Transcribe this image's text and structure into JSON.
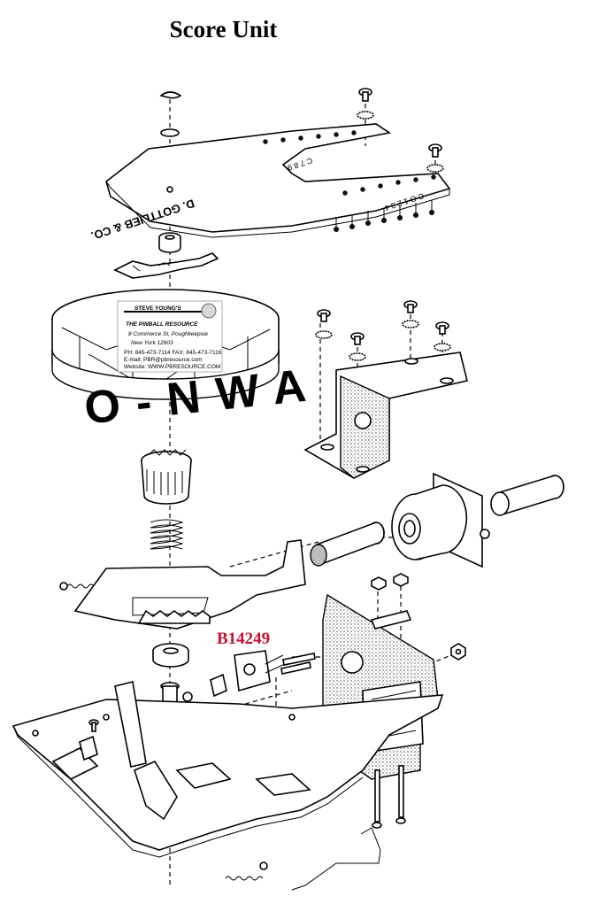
{
  "title": "Score Unit",
  "part_number": "B14249",
  "plate_markings": {
    "maker": "D. GOTTLIEB & CO.",
    "digits_top": "C 7 8 9",
    "digits_bottom": "C O 1 2 3 4"
  },
  "drum_digits": "O-NWA",
  "dealer_card": {
    "header": "STEVE YOUNG'S",
    "company": "THE PINBALL RESOURCE",
    "address_line1": "8 Commerce St, Poughkeepsie",
    "address_line2": "New York 12603",
    "phone_fax": "PH: 845-473-7114   FAX: 845-473-7116",
    "email": "E-mail:   PBR@pbresource.com",
    "website": "Website: WWW.PBRESOURCE.COM"
  },
  "colors": {
    "title": "#000000",
    "part_number": "#c8102e",
    "line_art": "#000000",
    "background": "#ffffff"
  }
}
